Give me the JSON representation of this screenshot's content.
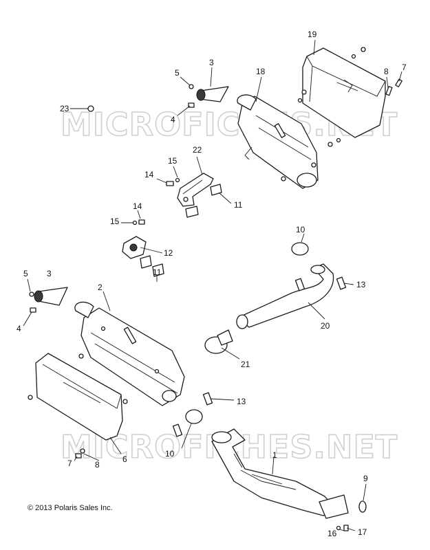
{
  "watermark": {
    "text": "MICROFICHES.NET"
  },
  "copyright": "© 2013 Polaris Sales Inc.",
  "callouts": {
    "c1": "1",
    "c2": "2",
    "c3a": "3",
    "c3b": "3",
    "c4a": "4",
    "c4b": "4",
    "c5a": "5",
    "c5b": "5",
    "c6": "6",
    "c7a": "7",
    "c7b": "7",
    "c8a": "8",
    "c8b": "8",
    "c9": "9",
    "c10a": "10",
    "c10b": "10",
    "c11a": "11",
    "c11b": "11",
    "c12": "12",
    "c13a": "13",
    "c13b": "13",
    "c14a": "14",
    "c14b": "14",
    "c15a": "15",
    "c15b": "15",
    "c16": "16",
    "c17": "17",
    "c18": "18",
    "c19": "19",
    "c20": "20",
    "c21": "21",
    "c22": "22",
    "c23": "23"
  }
}
